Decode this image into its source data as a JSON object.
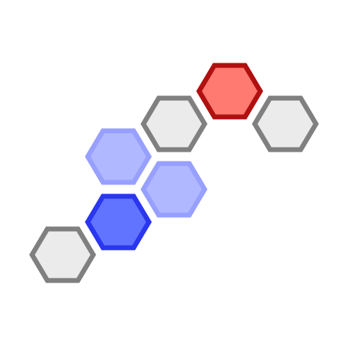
{
  "board": {
    "background": "#ffffff",
    "states": {
      "empty": {
        "fill": "#ebebeb",
        "stroke": "#808080"
      },
      "red": {
        "fill": "#ff7a70",
        "stroke": "#b01010"
      },
      "blue": {
        "fill": "#6074ff",
        "stroke": "#2a36f0"
      },
      "blue-hint": {
        "fill": "#b0b8ff",
        "stroke": "#98a0ff"
      }
    },
    "cells": [
      {
        "name": "hex-cell-top-red",
        "state": "red"
      },
      {
        "name": "hex-cell-right-gray",
        "state": "empty"
      },
      {
        "name": "hex-cell-center-gray",
        "state": "empty"
      },
      {
        "name": "hex-cell-left-light-blue",
        "state": "blue-hint"
      },
      {
        "name": "hex-cell-center-light-blue",
        "state": "blue-hint"
      },
      {
        "name": "hex-cell-dark-blue",
        "state": "blue"
      },
      {
        "name": "hex-cell-bottom-left-gray",
        "state": "empty"
      }
    ]
  }
}
